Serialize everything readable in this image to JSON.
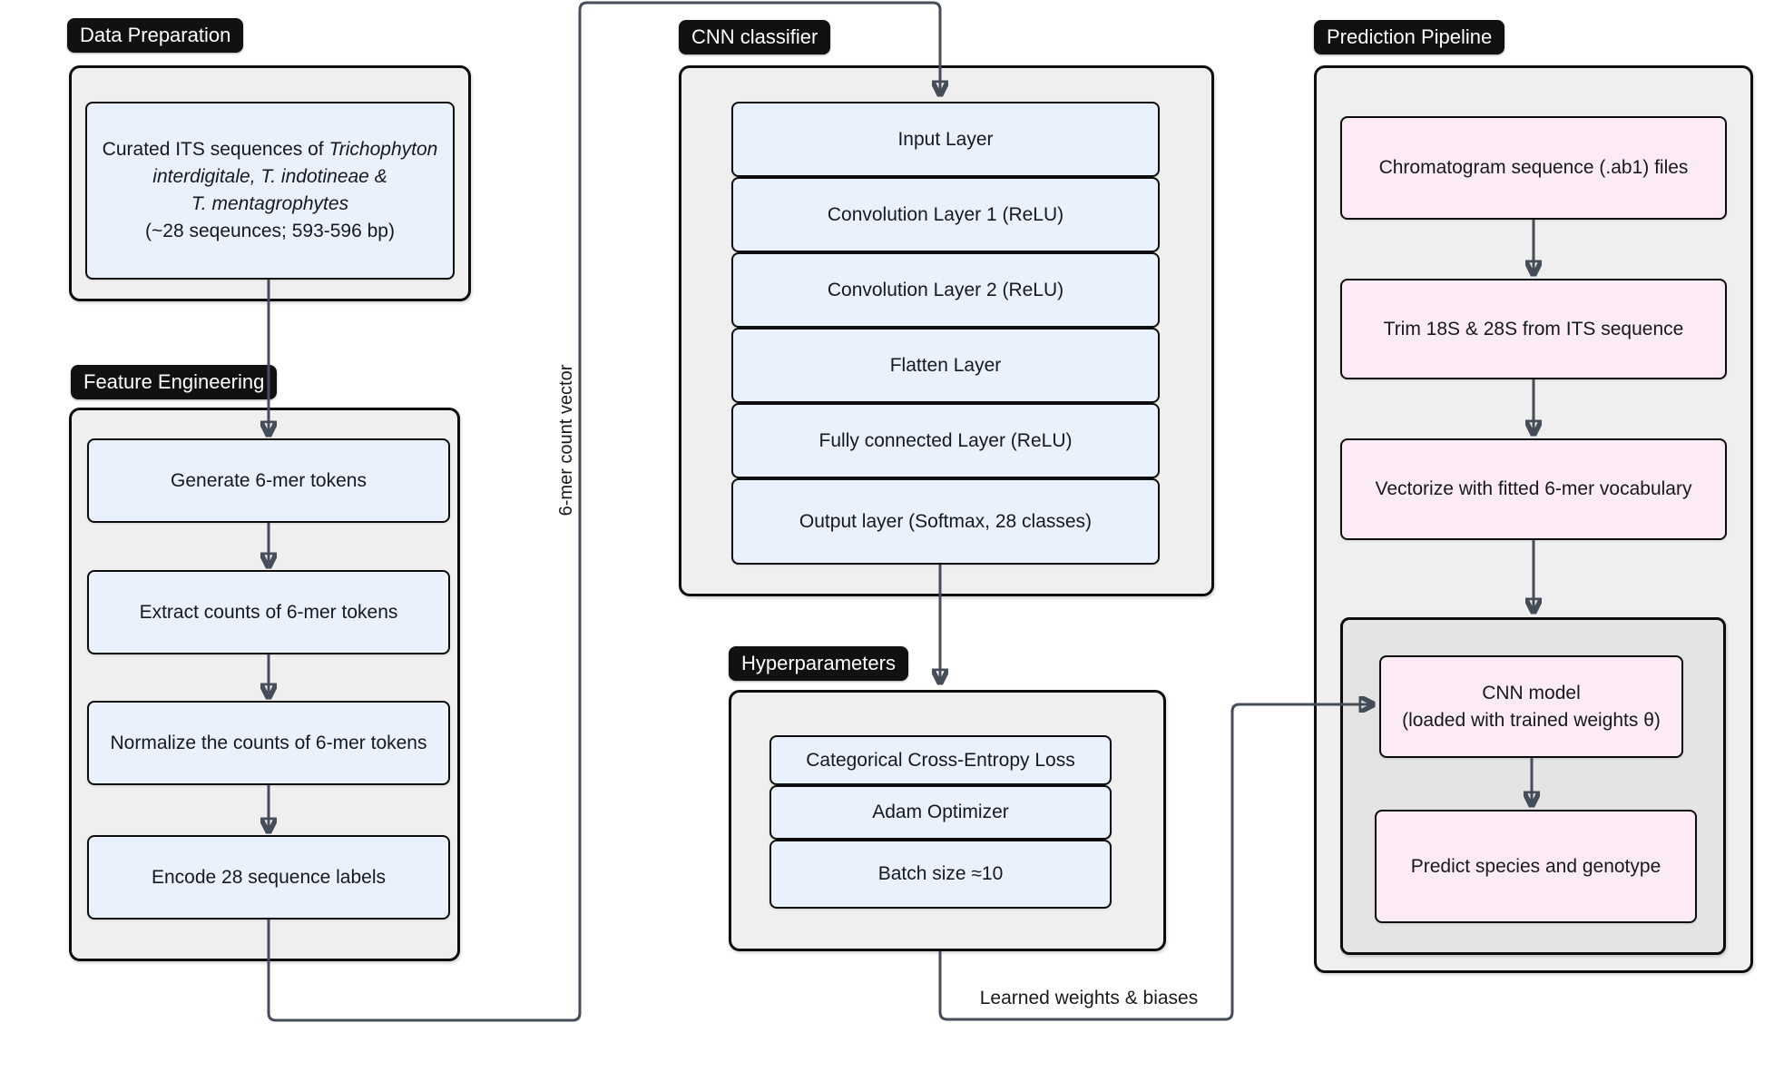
{
  "colors": {
    "label_bg": "#111111",
    "label_text": "#ffffff",
    "container_fill": "#efefef",
    "inner_container_fill": "#e4e4e4",
    "blue_box_fill": "#e9f1fd",
    "pink_box_fill": "#fceaf6",
    "border": "#0d0d0d",
    "connector": "#454d59"
  },
  "sections": {
    "data_preparation": {
      "label": "Data Preparation",
      "curated_box": {
        "line1_regular": "Curated ITS sequences of ",
        "line1_italic": "Trichophyton",
        "line2_italic": "interdigitale, T. indotineae &",
        "line3_italic": "T. mentagrophytes",
        "line4_regular": "(~28 seqeunces; 593-596 bp)"
      }
    },
    "feature_engineering": {
      "label": "Feature Engineering",
      "steps": [
        "Generate 6-mer tokens",
        "Extract counts of 6-mer tokens",
        "Normalize the counts of 6-mer tokens",
        "Encode 28 sequence labels"
      ]
    },
    "cnn_classifier": {
      "label": "CNN classifier",
      "layers": [
        "Input Layer",
        "Convolution Layer 1 (ReLU)",
        "Convolution Layer 2 (ReLU)",
        "Flatten Layer",
        "Fully connected Layer (ReLU)",
        "Output layer (Softmax, 28 classes)"
      ]
    },
    "hyperparameters": {
      "label": "Hyperparameters",
      "items": [
        "Categorical Cross-Entropy Loss",
        "Adam Optimizer",
        "Batch size ≈10"
      ]
    },
    "prediction_pipeline": {
      "label": "Prediction Pipeline",
      "steps": [
        "Chromatogram sequence (.ab1) files",
        "Trim 18S & 28S from ITS sequence",
        "Vectorize with fitted 6-mer vocabulary"
      ],
      "model_stage": {
        "cnn_model_line1": "CNN model",
        "cnn_model_line2": "(loaded with trained weights θ)",
        "predict": "Predict species and genotype"
      }
    }
  },
  "edge_labels": {
    "kmer_count_vector": "6-mer count vector",
    "learned_weights": "Learned weights & biases"
  }
}
